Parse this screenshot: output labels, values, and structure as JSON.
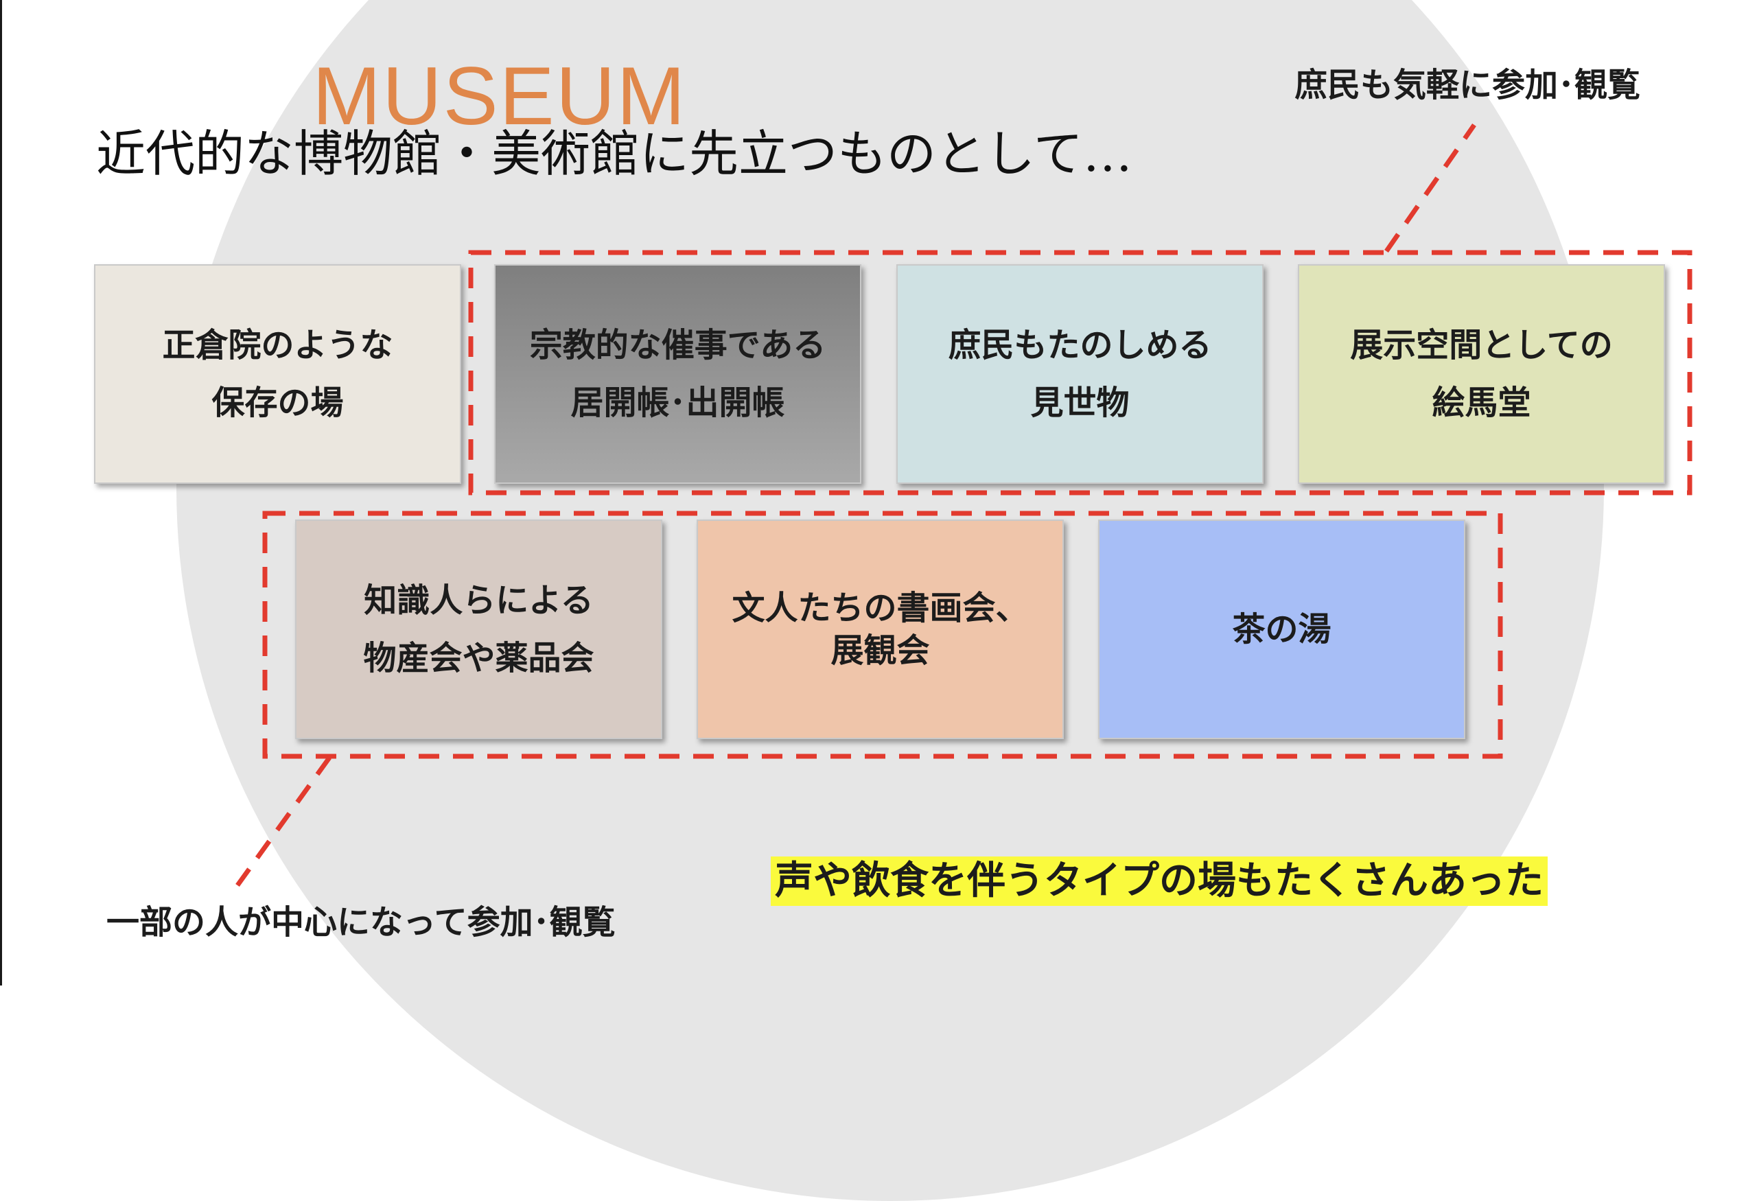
{
  "header": {
    "brand": "MUSEUM",
    "subtitle": "近代的な博物館・美術館に先立つものとして…"
  },
  "boxes": [
    {
      "lines": [
        "正倉院のような",
        "保存の場"
      ]
    },
    {
      "lines": [
        "宗教的な催事である",
        "居開帳･出開帳"
      ]
    },
    {
      "lines": [
        "庶民もたのしめる",
        "見世物"
      ]
    },
    {
      "lines": [
        "展示空間としての",
        "絵馬堂"
      ]
    },
    {
      "lines": [
        "知識人らによる",
        "物産会や薬品会"
      ]
    },
    {
      "lines": [
        "文人たちの書画会、",
        "展観会"
      ]
    },
    {
      "lines": [
        "茶の湯"
      ]
    }
  ],
  "callouts": {
    "top": "庶民も気軽に参加･観覧",
    "bottom": "一部の人が中心になって参加･観覧"
  },
  "highlight": "声や飲食を伴うタイプの場もたくさんあった",
  "colors": {
    "brand": "#e0874a",
    "dashed_group": "#e23a2e",
    "highlight": "#fafa3d",
    "background_circle": "#e6e6e6"
  }
}
